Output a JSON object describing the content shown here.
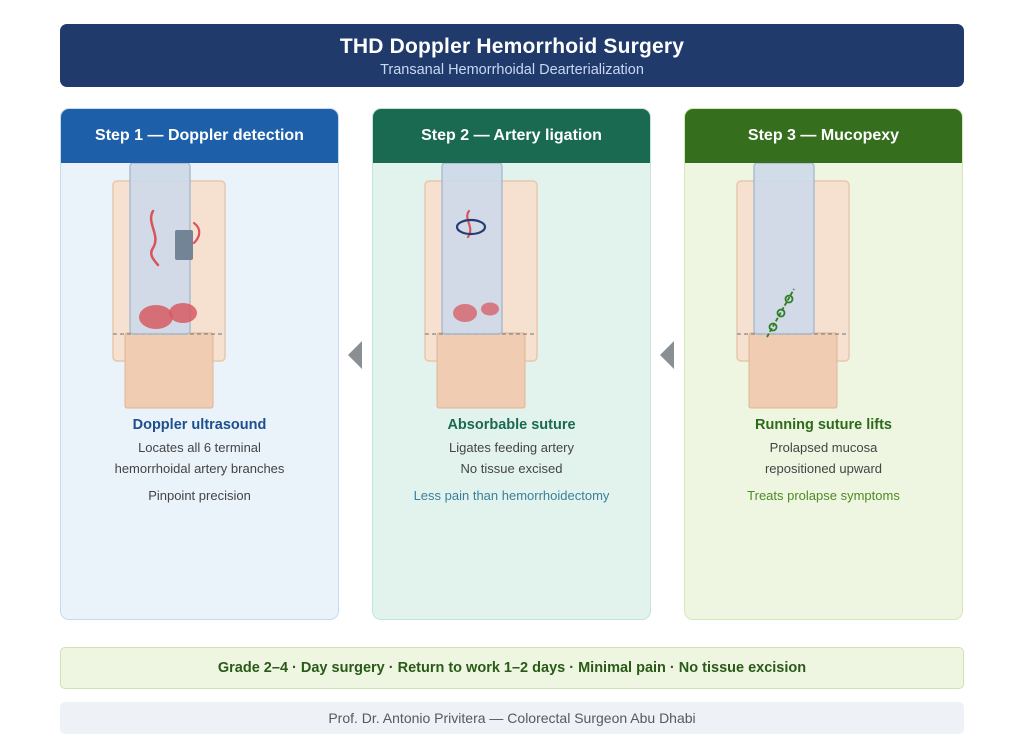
{
  "header": {
    "title": "THD Doppler Hemorrhoid Surgery",
    "subtitle": "Transanal Hemorrhoidal Dearterialization"
  },
  "steps": [
    {
      "title": "Step 1 — Doppler detection",
      "heading": "Doppler ultrasound",
      "line1": "Locates all 6 terminal",
      "line2": "hemorrhoidal artery branches",
      "note": "Pinpoint precision"
    },
    {
      "title": "Step 2 — Artery ligation",
      "heading": "Absorbable suture",
      "line1": "Ligates feeding artery",
      "line2": "No tissue excised",
      "note": "Less pain than hemorrhoidectomy"
    },
    {
      "title": "Step 3 — Mucopexy",
      "heading": "Running suture lifts",
      "line1": "Prolapsed mucosa",
      "line2": "repositioned upward",
      "note": "Treats prolapse symptoms"
    }
  ],
  "summary": "Grade 2–4 · Day surgery · Return to work 1–2 days · Minimal pain · No tissue excision",
  "footer": "Prof. Dr. Antonio Privitera — Colorectal Surgeon Abu Dhabi",
  "colors": {
    "header_bg": "#1f3a6b",
    "step1_accent": "#1d5fa8",
    "step2_accent": "#1a6a52",
    "step3_accent": "#356e1d"
  }
}
